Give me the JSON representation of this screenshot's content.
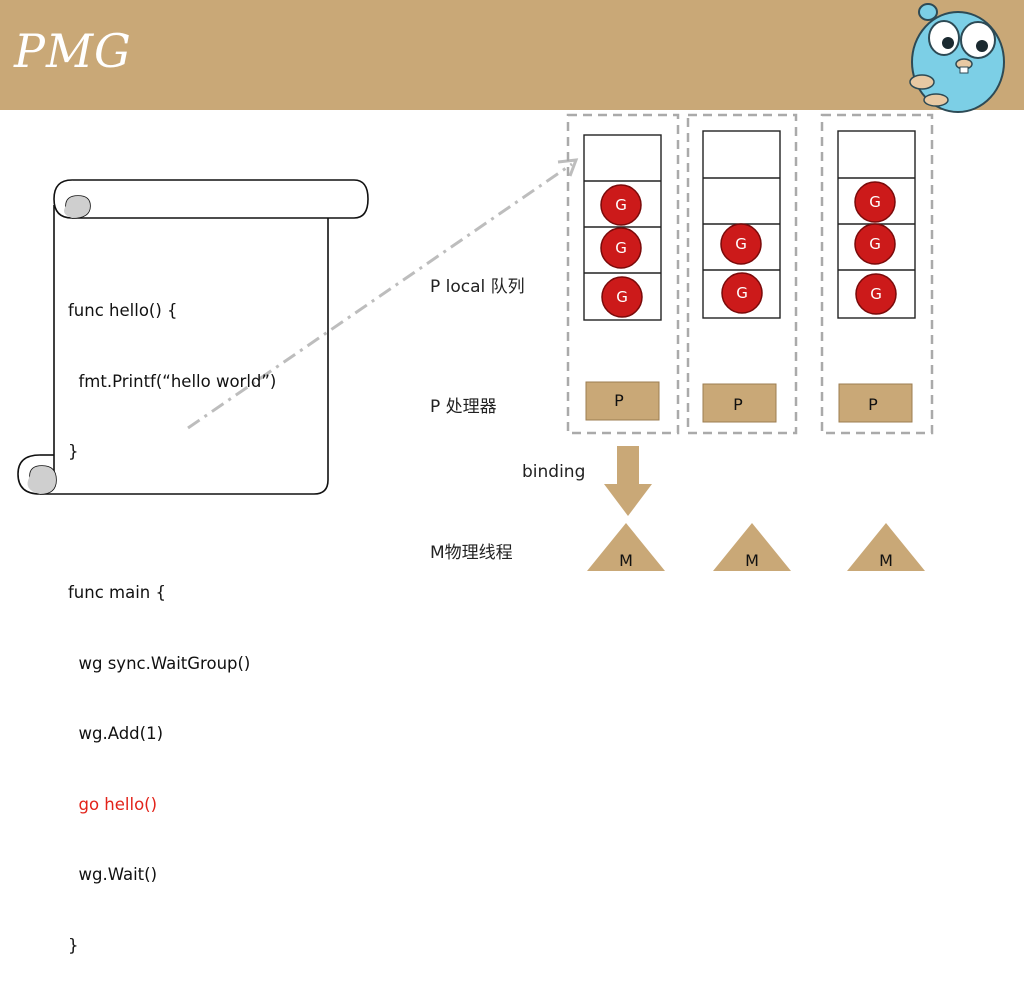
{
  "header": {
    "title": "PMG"
  },
  "code": {
    "lines": [
      "func hello() {",
      "  fmt.Printf(“hello world”)",
      "}",
      "",
      "func main {",
      "  wg sync.WaitGroup()",
      "  wg.Add(1)",
      "  go hello()",
      "  wg.Wait()",
      "}"
    ],
    "highlight_color": "#e2231a"
  },
  "labels": {
    "local_queue": "P local 队列",
    "processor": "P 处理器",
    "binding": "binding",
    "thread": "M物理线程"
  },
  "processors": [
    {
      "p_label": "P",
      "m_label": "M",
      "g_label": "G",
      "queue_slots": 4,
      "goroutines": 3
    },
    {
      "p_label": "P",
      "m_label": "M",
      "g_label": "G",
      "queue_slots": 4,
      "goroutines": 2
    },
    {
      "p_label": "P",
      "m_label": "M",
      "g_label": "G",
      "queue_slots": 4,
      "goroutines": 3
    }
  ],
  "colors": {
    "header": "#c9a877",
    "goroutine": "#cc1a1a",
    "processor_box": "#c9a877",
    "mascot": "#7ccfe6"
  },
  "icons": {
    "mascot": "gopher-mascot-icon"
  }
}
